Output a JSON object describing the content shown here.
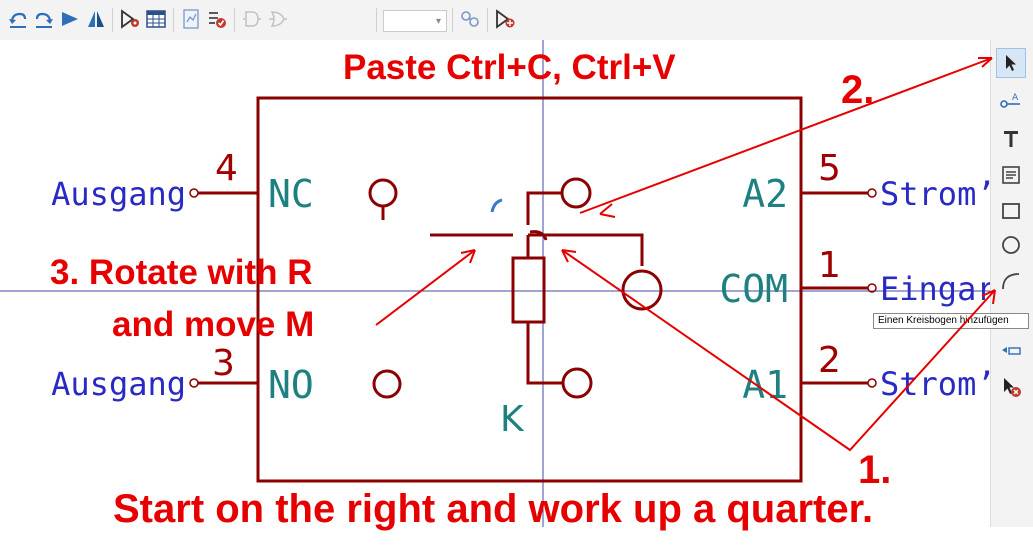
{
  "toolbar": {
    "icons": [
      "undo-icon",
      "redo-icon",
      "mirror-horizontal-icon",
      "mirror-vertical-icon",
      "symbol-properties-icon",
      "pin-table-icon",
      "datasheet-icon",
      "check-symbol-icon",
      "unit-icon",
      "de-morgan-icon",
      "link-icon",
      "pin-settings-icon"
    ],
    "zoom_value": ""
  },
  "schematic": {
    "pins": [
      {
        "number": "4",
        "name": "NC",
        "net": "Ausgang"
      },
      {
        "number": "3",
        "name": "NO",
        "net": "Ausgang"
      },
      {
        "number": "5",
        "name": "A2",
        "net": "Strom’"
      },
      {
        "number": "1",
        "name": "COM",
        "net": "Eingar"
      },
      {
        "number": "2",
        "name": "A1",
        "net": "Strom’"
      }
    ],
    "coil_label": "K",
    "colors": {
      "body": "#8b0000",
      "pin_number": "#a00000",
      "net_label": "#2929c4",
      "cursor": "#4a4aa8",
      "arc_hint": "#3a78c8"
    }
  },
  "right_toolbar": {
    "icons": [
      "select-arrow-icon",
      "add-pin-icon",
      "add-text-icon",
      "add-textbox-icon",
      "add-rectangle-icon",
      "add-circle-icon",
      "add-arc-icon",
      "anchor-icon",
      "delete-tool-icon"
    ],
    "active": "select-arrow-icon",
    "tooltip": "Einen Kreisbogen hinzufügen"
  },
  "annotations": {
    "paste": "Paste Ctrl+C, Ctrl+V",
    "step2": "2.",
    "rotate_line1": "3. Rotate with R",
    "rotate_line2": "and move M",
    "step1": "1.",
    "bottom": "Start on the right and work up a quarter.",
    "color": "#e60000"
  }
}
